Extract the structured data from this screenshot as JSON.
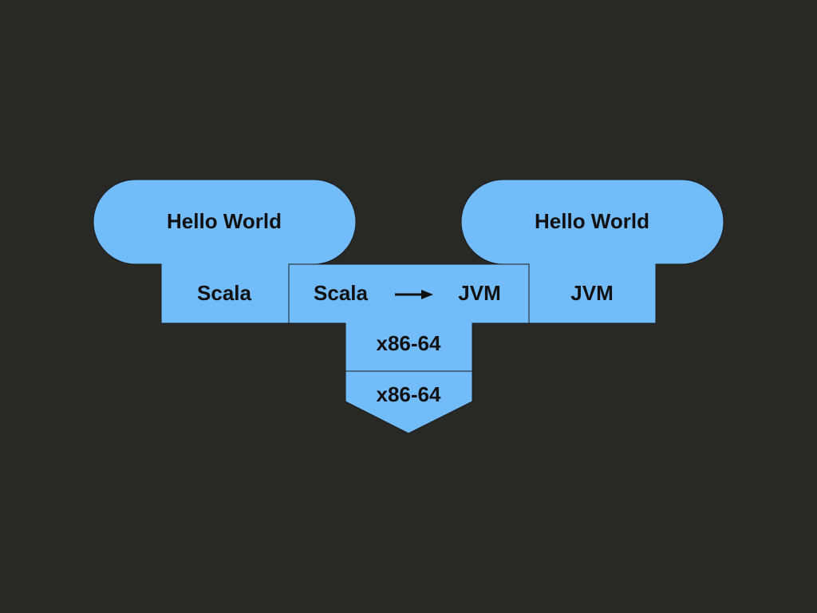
{
  "diagram": {
    "left_program": {
      "label": "Hello World"
    },
    "left_language": {
      "label": "Scala"
    },
    "compiler": {
      "source": "Scala",
      "target": "JVM",
      "host": "x86-64"
    },
    "right_program": {
      "label": "Hello World"
    },
    "right_language": {
      "label": "JVM"
    },
    "machine": {
      "label": "x86-64"
    }
  },
  "colors": {
    "background": "#282825",
    "shape_fill": "#72bcfa",
    "text": "#111111"
  }
}
